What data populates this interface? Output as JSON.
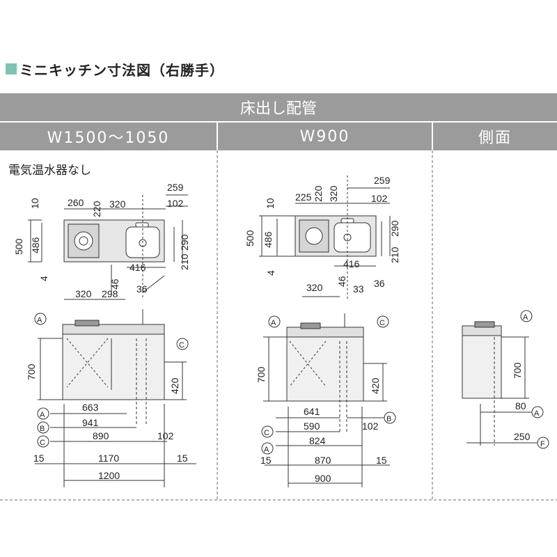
{
  "title": "ミニキッチン寸法図（右勝手）",
  "header": {
    "main": "床出し配管",
    "col1": "W1500〜1050",
    "col2": "W900",
    "col3": "側面"
  },
  "note": "電気温水器なし",
  "plan_left": {
    "d10": "10",
    "d260": "260",
    "d220": "220",
    "d320": "320",
    "d259": "259",
    "d102": "102",
    "d500": "500",
    "d486": "486",
    "d290": "290",
    "d210": "210",
    "d4": "4",
    "d46": "46",
    "d416": "416",
    "d36": "36",
    "d320b": "320",
    "d298": "298"
  },
  "plan_mid": {
    "d220": "220",
    "d320": "320",
    "d259": "259",
    "d10": "10",
    "d225": "225",
    "d102": "102",
    "d500": "500",
    "d486": "486",
    "d290": "290",
    "d210": "210",
    "d4": "4",
    "d46": "46",
    "d416": "416",
    "d36": "36",
    "d320b": "320",
    "d33": "33"
  },
  "front_left": {
    "A": "A",
    "C": "C",
    "B": "B",
    "d700": "700",
    "d420": "420",
    "d663": "663",
    "d941": "941",
    "d890": "890",
    "d102": "102",
    "d15a": "15",
    "d1170": "1170",
    "d15b": "15",
    "d1200": "1200"
  },
  "front_mid": {
    "A": "A",
    "C": "C",
    "B": "B",
    "d700": "700",
    "d420": "420",
    "d641": "641",
    "d590": "590",
    "d102": "102",
    "d824": "824",
    "d15a": "15",
    "d870": "870",
    "d15b": "15",
    "d900": "900"
  },
  "side": {
    "A": "A",
    "F": "F",
    "d700": "700",
    "d80": "80",
    "d250": "250"
  }
}
